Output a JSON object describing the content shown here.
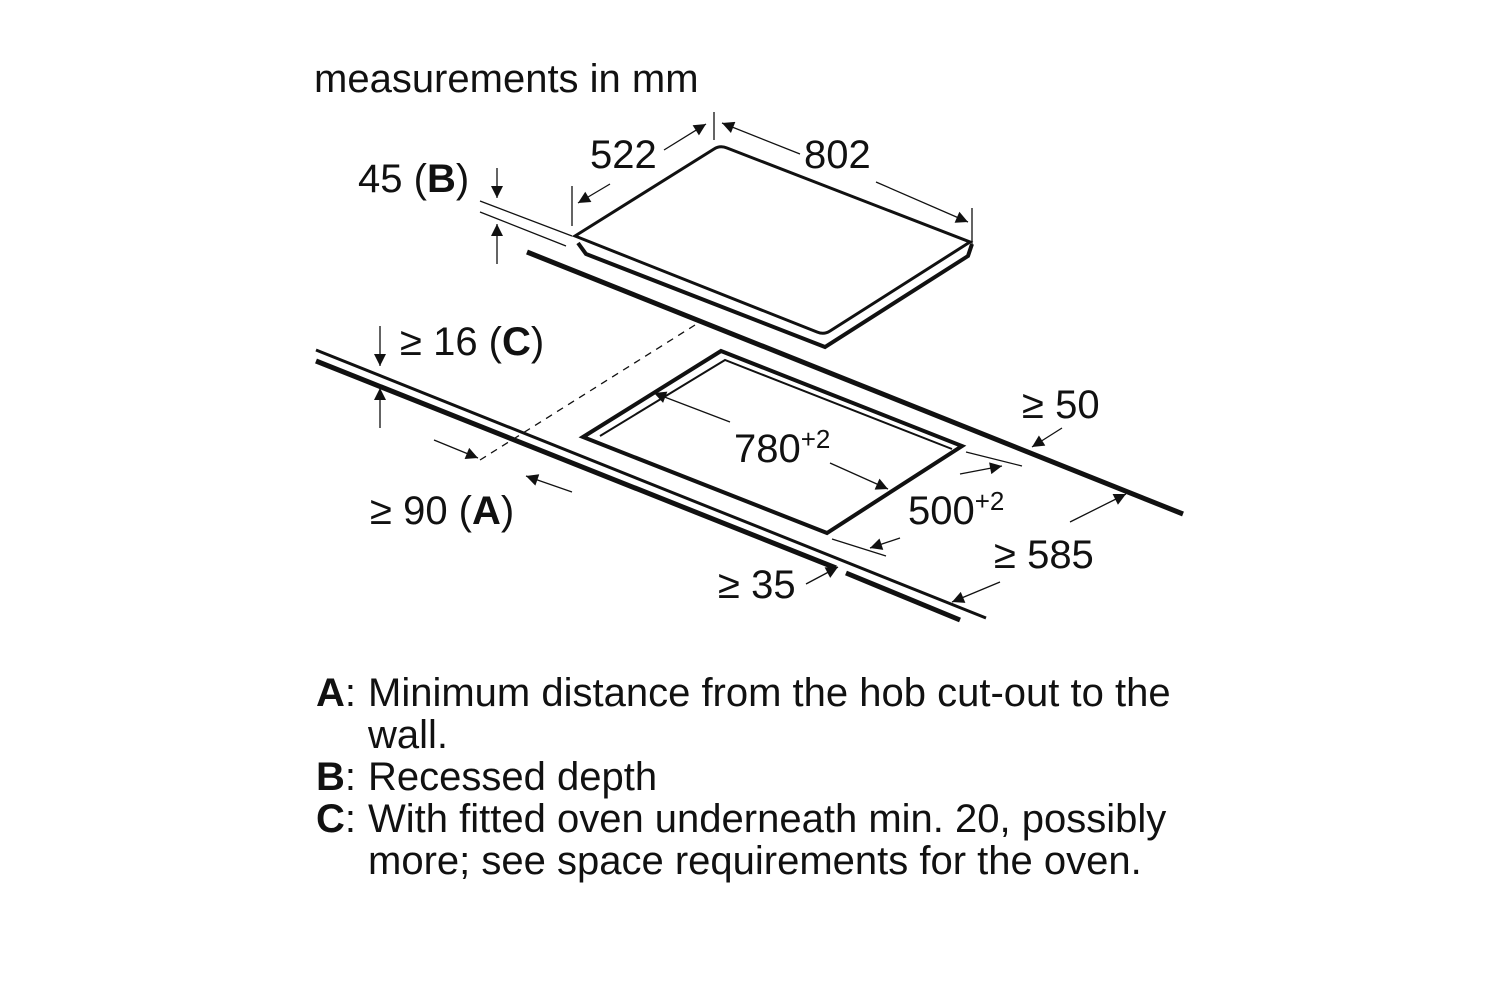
{
  "caption": "measurements in mm",
  "dimensions": {
    "hob_depth": "522",
    "hob_width": "802",
    "recess_value": "45 (",
    "recess_key": "B",
    "recess_close": ")",
    "worktop_value": "≥ 16 (",
    "worktop_key": "C",
    "worktop_close": ")",
    "cutout_width": "780",
    "cutout_width_tol": "+2",
    "cutout_depth": "500",
    "cutout_depth_tol": "+2",
    "side_clearance": "≥ 50",
    "wall_value": "≥ 90 (",
    "wall_key": "A",
    "wall_close": ")",
    "front_edge": "≥ 35",
    "worktop_depth": "≥ 585"
  },
  "legend": [
    {
      "key": "A",
      "text": "Minimum distance from the hob cut-out to the wall."
    },
    {
      "key": "B",
      "text": "Recessed depth"
    },
    {
      "key": "C",
      "text": "With fitted oven underneath min. 20, possibly more; see space requirements for the oven."
    }
  ]
}
